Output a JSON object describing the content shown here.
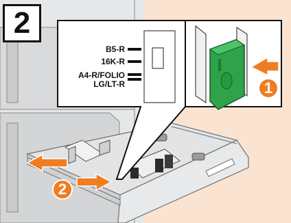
{
  "step_number": "2",
  "size_labels": [
    "B5-R",
    "16K-R",
    "A4-R/FOLIO",
    "LG/LT-R"
  ],
  "callouts": [
    "1",
    "2"
  ],
  "colors": {
    "background_peach": "#fbe3d2",
    "arrow_orange": "#ef7d22",
    "lever_green": "#2ea34a",
    "machine_gray": "#d9dadb"
  }
}
